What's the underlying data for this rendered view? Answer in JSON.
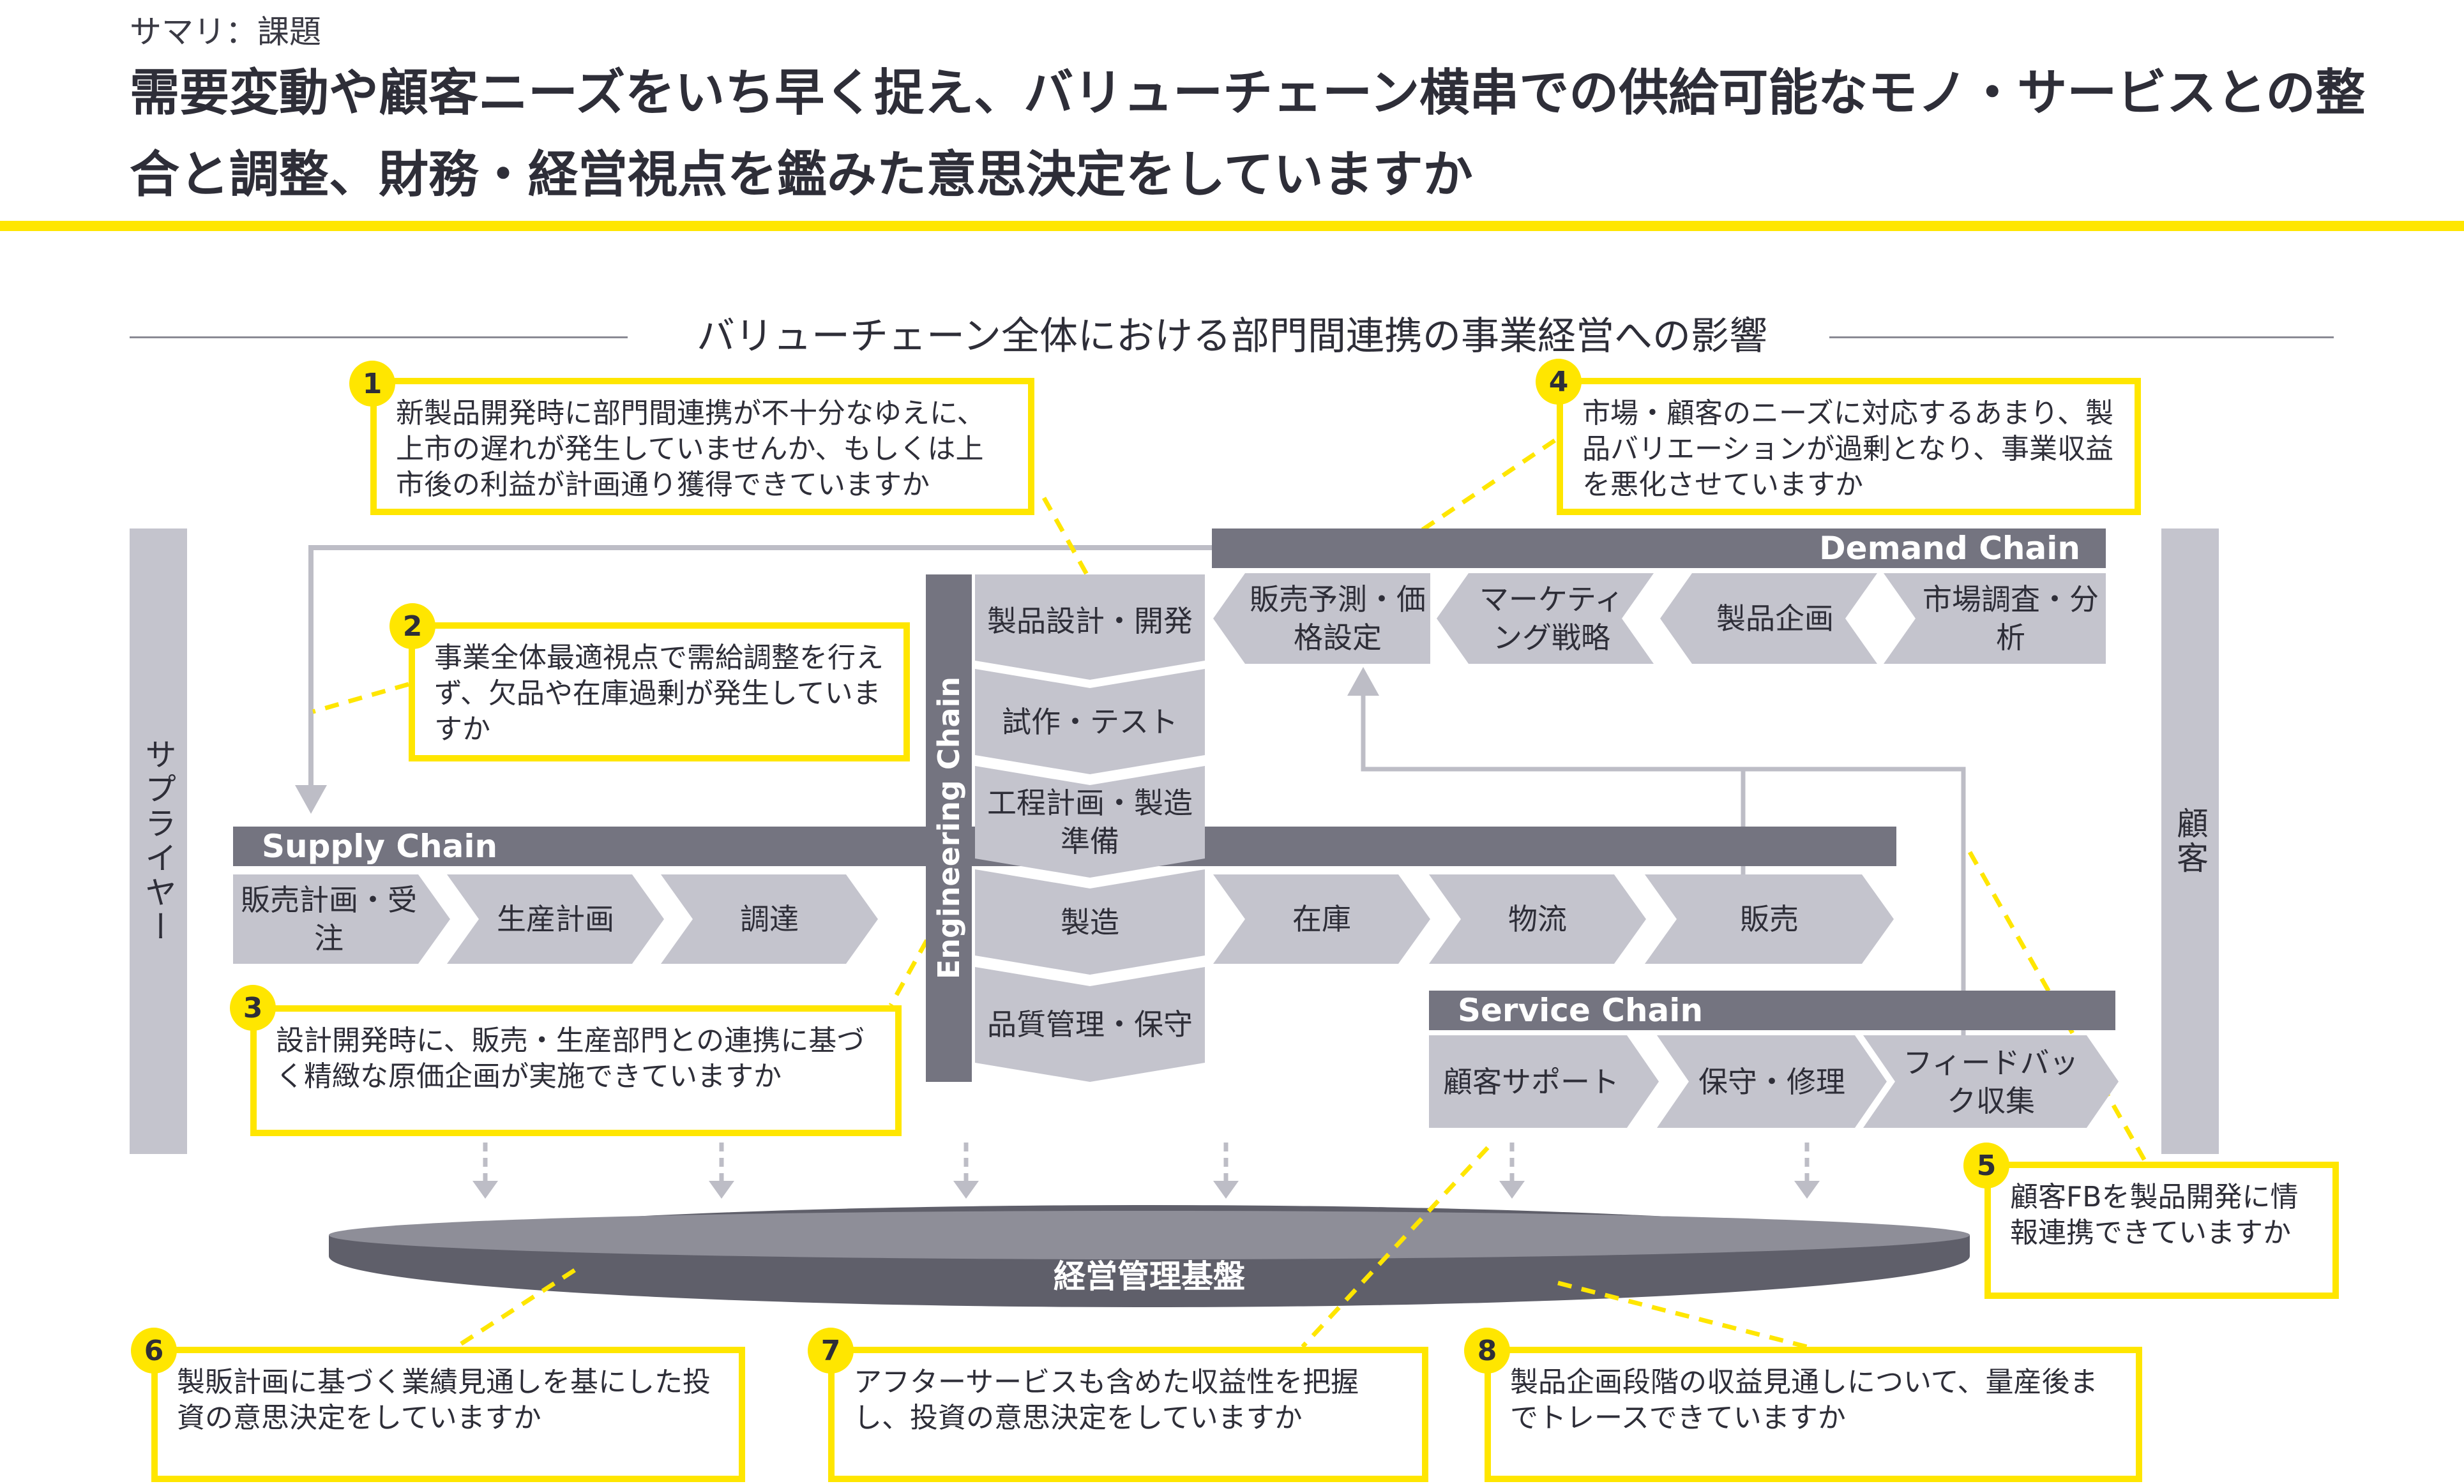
{
  "header": {
    "subtitle": "サマリ：課題",
    "title": "需要変動や顧客ニーズをいち早く捉え、バリューチェーン横串での供給可能なモノ・サービスとの整合と調整、財務・経営視点を鑑みた意思決定をしていますか"
  },
  "diagram": {
    "section_title": "バリューチェーン全体における部門間連携の事業経営への影響",
    "supplier_label": "サプライヤー",
    "customer_label": "顧客",
    "supply_chain": {
      "label": "Supply Chain",
      "steps": [
        "販売計画・受注",
        "生産計画",
        "調達",
        "在庫",
        "物流",
        "販売"
      ]
    },
    "engineering_chain": {
      "label": "Engineering Chain",
      "steps": [
        "製品設計・開発",
        "試作・テスト",
        "工程計画・製造準備",
        "製造",
        "品質管理・保守"
      ]
    },
    "demand_chain": {
      "label": "Demand Chain",
      "steps": [
        "販売予測・価格設定",
        "マーケティング戦略",
        "製品企画",
        "市場調査・分析"
      ]
    },
    "service_chain": {
      "label": "Service Chain",
      "steps": [
        "顧客サポート",
        "保守・修理",
        "フィードバック収集"
      ]
    },
    "platform_label": "経営管理基盤"
  },
  "callouts": [
    {
      "num": "1",
      "text": "新製品開発時に部門間連携が不十分なゆえに、上市の遅れが発生していませんか、もしくは上市後の利益が計画通り獲得できていますか"
    },
    {
      "num": "2",
      "text": "事業全体最適視点で需給調整を行えず、欠品や在庫過剰が発生していますか"
    },
    {
      "num": "3",
      "text": "設計開発時に、販売・生産部門との連携に基づく精緻な原価企画が実施できていますか"
    },
    {
      "num": "4",
      "text": "市場・顧客のニーズに対応するあまり、製品バリエーションが過剰となり、事業収益を悪化させていますか"
    },
    {
      "num": "5",
      "text": "顧客FBを製品開発に情報連携できていますか"
    },
    {
      "num": "6",
      "text": "製販計画に基づく業績見通しを基にした投資の意思決定をしていますか"
    },
    {
      "num": "7",
      "text": "アフターサービスも含めた収益性を把握し、投資の意思決定をしていますか"
    },
    {
      "num": "8",
      "text": "製品企画段階の収益見通しについて、量産後までトレースできていますか"
    }
  ],
  "colors": {
    "accent": "#ffe600",
    "chain_bar": "#747480",
    "step": "#c4c4cd",
    "text": "#2e2e38"
  }
}
